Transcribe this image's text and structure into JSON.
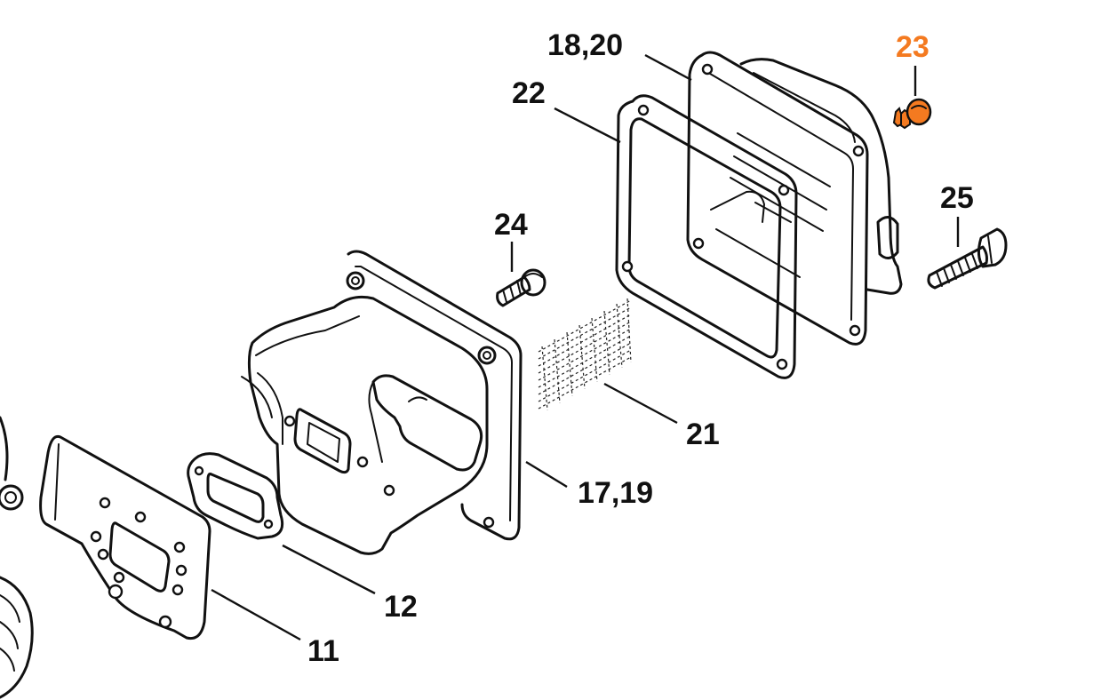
{
  "diagram": {
    "highlight_color": "#f47a20",
    "callouts": {
      "c11": "11",
      "c12": "12",
      "c17_19": "17,19",
      "c18_20": "18,20",
      "c21": "21",
      "c22": "22",
      "c23": "23",
      "c24": "24",
      "c25": "25"
    },
    "highlighted_part": "23"
  }
}
